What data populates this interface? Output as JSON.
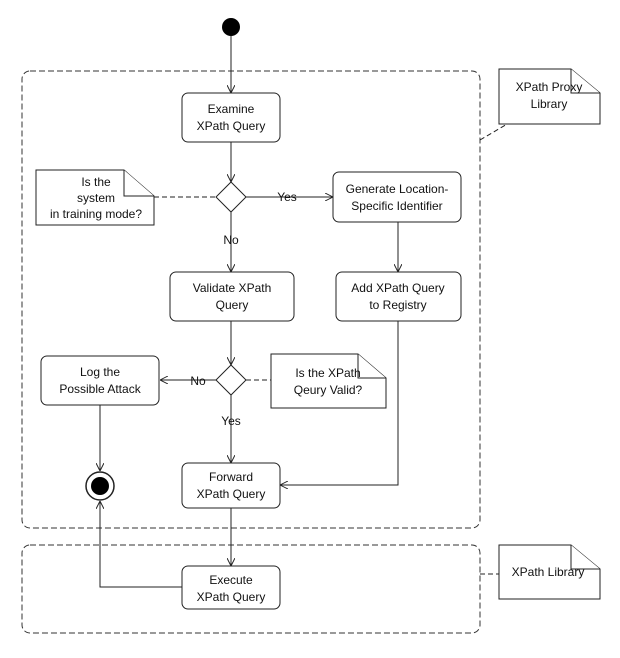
{
  "nodes": {
    "examine": [
      "Examine",
      "XPath Query"
    ],
    "generate": [
      "Generate Location-",
      "Specific Identifier"
    ],
    "validate": [
      "Validate XPath",
      "Query"
    ],
    "add_registry": [
      "Add XPath Query",
      "to Registry"
    ],
    "log_attack": [
      "Log the",
      "Possible Attack"
    ],
    "forward": [
      "Forward",
      "XPath Query"
    ],
    "execute": [
      "Execute",
      "XPath Query"
    ]
  },
  "notes": {
    "training_mode": [
      "Is the",
      "system",
      "in training mode?"
    ],
    "query_valid": [
      "Is the XPath",
      "Qeury Valid?"
    ],
    "proxy_library": [
      "XPath Proxy",
      "Library"
    ],
    "xpath_library": [
      "XPath Library"
    ]
  },
  "edge_labels": {
    "yes_1": "Yes",
    "no_1": "No",
    "no_2": "No",
    "yes_2": "Yes"
  }
}
